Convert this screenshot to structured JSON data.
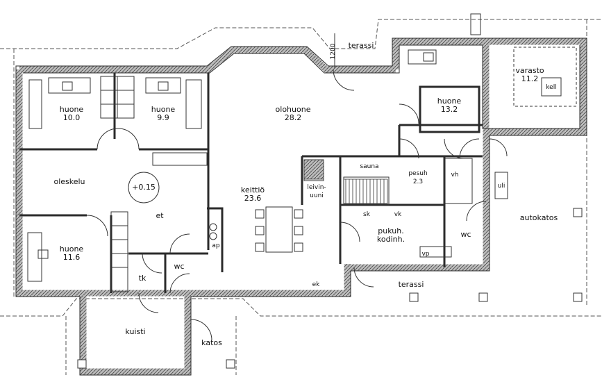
{
  "rooms": {
    "huone_a": {
      "name": "huone",
      "area": "10.0"
    },
    "huone_b": {
      "name": "huone",
      "area": "9.9"
    },
    "olohuone": {
      "name": "olohuone",
      "area": "28.2"
    },
    "huone_c": {
      "name": "huone",
      "area": "13.2"
    },
    "varasto": {
      "name": "varasto",
      "area": "11.2",
      "sub": "kell"
    },
    "oleskelu": {
      "name": "oleskelu"
    },
    "keittio": {
      "name": "keittiö",
      "area": "23.6"
    },
    "et": {
      "name": "et"
    },
    "huone_d": {
      "name": "huone",
      "area": "11.6"
    },
    "tk": {
      "name": "tk"
    },
    "wc_a": {
      "name": "wc"
    },
    "wc_b": {
      "name": "wc"
    },
    "kuisti": {
      "name": "kuisti"
    },
    "katos": {
      "name": "katos"
    },
    "sauna": {
      "name": "sauna"
    },
    "pesuh": {
      "name": "pesuh",
      "area": "2.3"
    },
    "leivinuuni": {
      "line1": "leivin-",
      "line2": "uuni"
    },
    "sk": {
      "name": "sk"
    },
    "vk": {
      "name": "vk"
    },
    "pukuh": {
      "line1": "pukuh.",
      "line2": "kodinh."
    },
    "vh": {
      "name": "vh"
    },
    "uli": {
      "name": "uli"
    },
    "autokatos": {
      "name": "autokatos"
    },
    "terassi_n": {
      "name": "terassi"
    },
    "terassi_s": {
      "name": "terassi"
    },
    "ap": {
      "name": "ap"
    },
    "vp": {
      "name": "vp"
    },
    "ek": {
      "name": "ek"
    }
  },
  "level": "+0.15",
  "dimension": "1200",
  "colors": {
    "wall": "#2b2b2b",
    "wall_fill": "#9a9a9a",
    "line": "#333333"
  }
}
